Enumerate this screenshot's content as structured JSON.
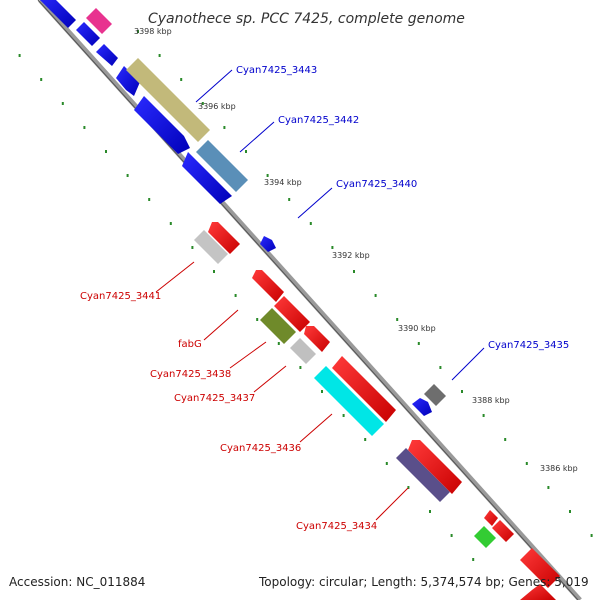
{
  "title": "Cyanothece sp. PCC 7425, complete genome",
  "footer": {
    "accession": "Accession: NC_011884",
    "summary": "Topology: circular; Length: 5,374,574 bp; Genes: 5,019"
  },
  "ticks": [
    "3398 kbp",
    "3396 kbp",
    "3394 kbp",
    "3392 kbp",
    "3390 kbp",
    "3388 kbp",
    "3386 kbp"
  ],
  "labels": {
    "forward": [
      "Cyan7425_3443",
      "Cyan7425_3442",
      "Cyan7425_3440",
      "Cyan7425_3435"
    ],
    "reverse": [
      "Cyan7425_3441",
      "fabG",
      "Cyan7425_3438",
      "Cyan7425_3437",
      "Cyan7425_3436",
      "Cyan7425_3434"
    ]
  },
  "colors": {
    "forward_label": "#0000cc",
    "reverse_label": "#cc0000",
    "backbone": "#888888",
    "tick_dots": "#2a8a2a"
  }
}
